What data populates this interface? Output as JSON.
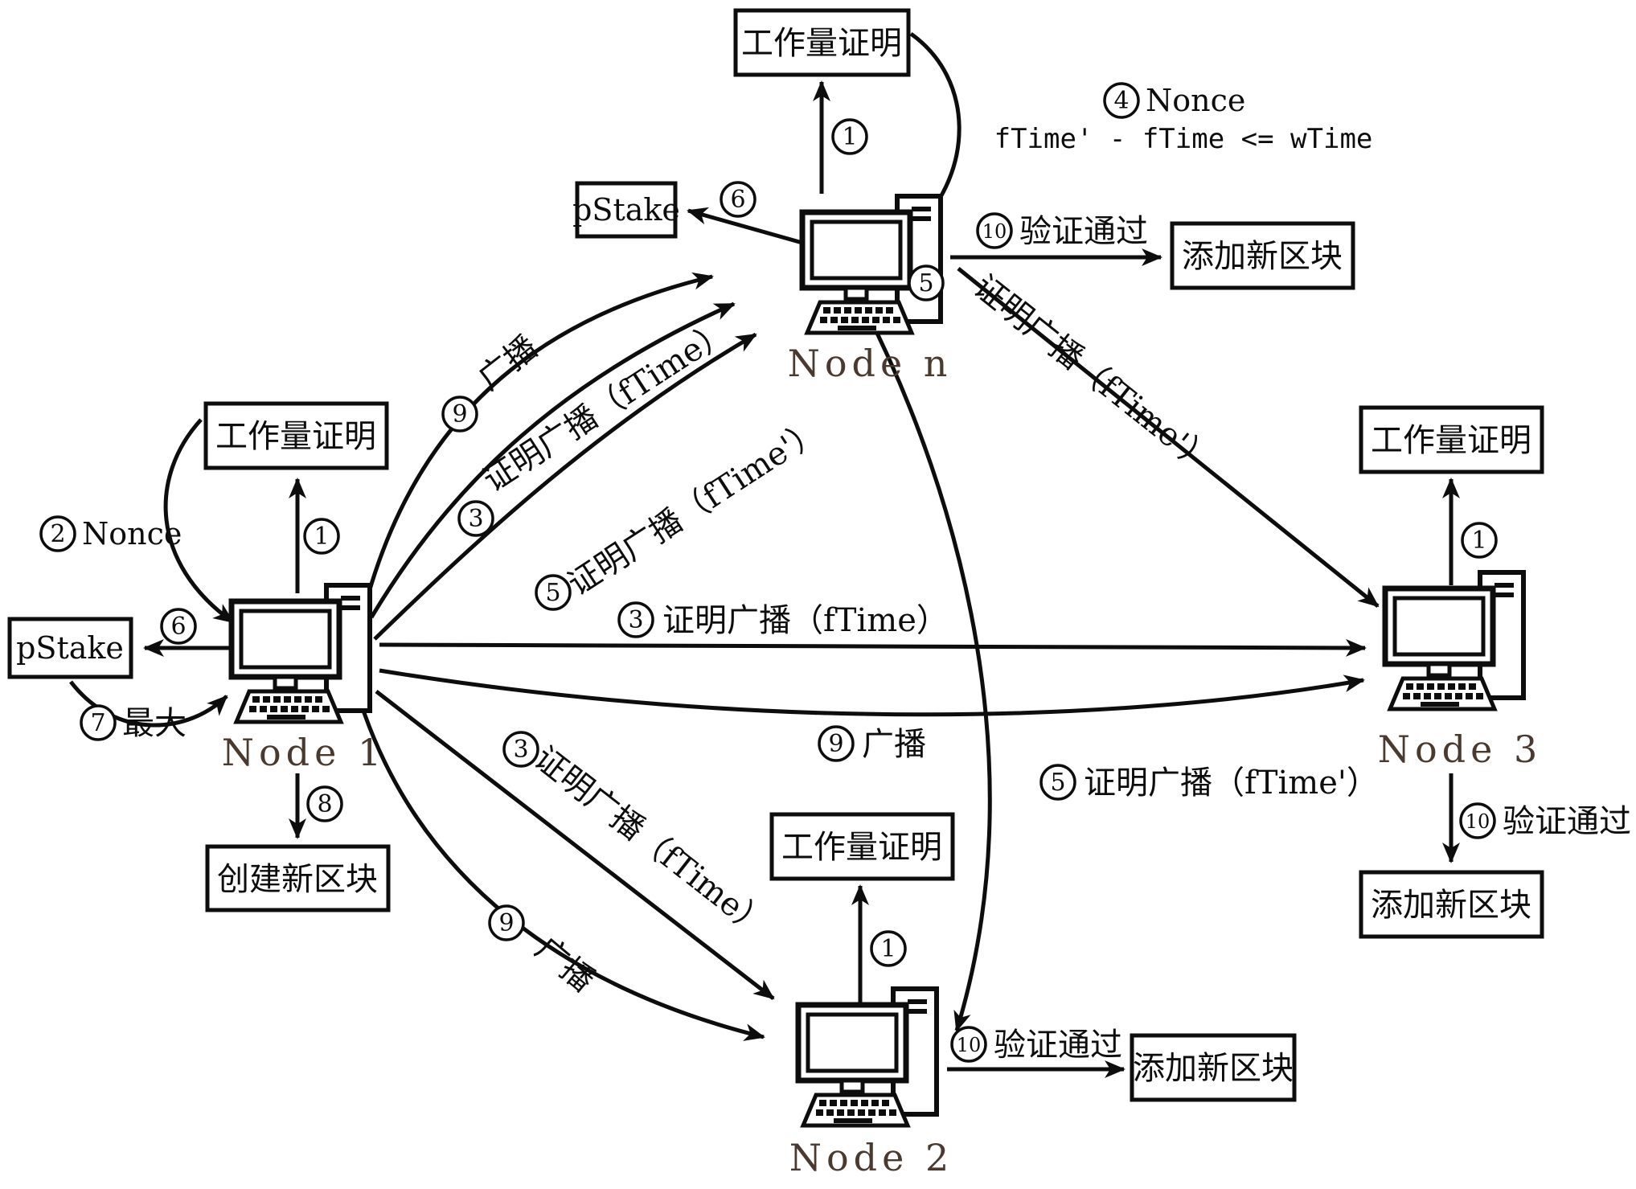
{
  "diagram": {
    "type": "blockchain-consensus-flow",
    "description": "PoW/PoS hybrid consensus message flow between network nodes"
  },
  "nodes": {
    "node1": "Node 1",
    "node2": "Node 2",
    "node3": "Node 3",
    "noden": "Node n"
  },
  "boxes": {
    "pow": "工作量证明",
    "pstake": "pStake",
    "add_block": "添加新区块",
    "create_block": "创建新区块"
  },
  "steps": {
    "s1": "1",
    "s2": "2",
    "s3": "3",
    "s4": "4",
    "s5": "5",
    "s6": "6",
    "s7": "7",
    "s8": "8",
    "s9": "9",
    "s10": "10"
  },
  "labels": {
    "nonce": "Nonce",
    "time_constraint": "fTime' - fTime <= wTime",
    "broadcast": "广播",
    "proof_broadcast_ftime": "证明广播（fTime）",
    "proof_broadcast_ftime_prime": "证明广播（fTime'）",
    "verify_pass": "验证通过",
    "max": "最大"
  }
}
